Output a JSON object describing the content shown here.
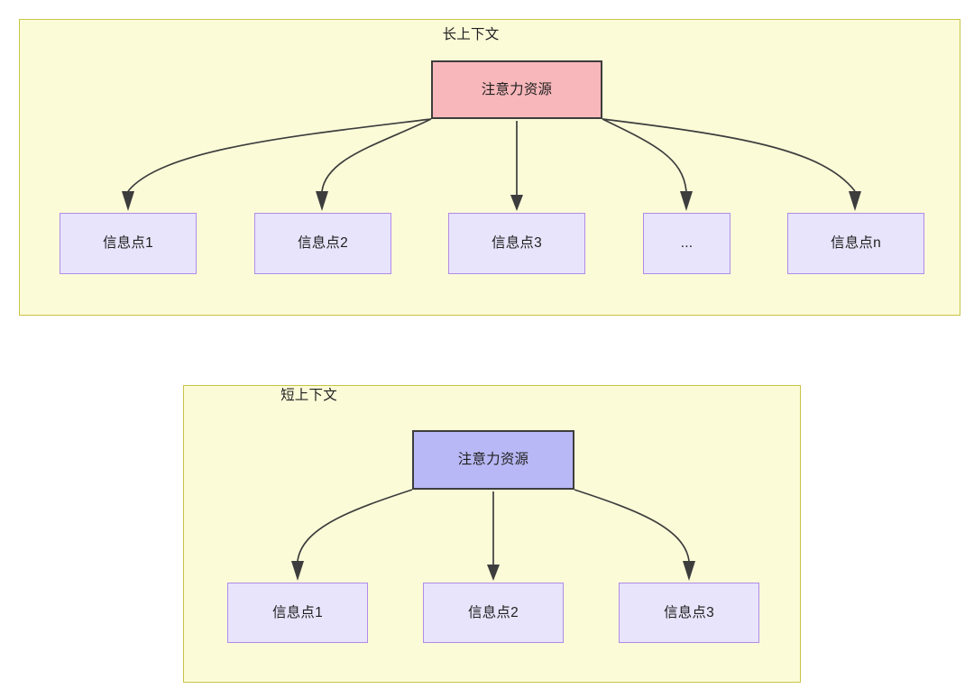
{
  "diagram": {
    "type": "flow-diagram",
    "title_semantic": "attention-resource-allocation-long-vs-short-context",
    "colors": {
      "panel_fill": "#fcfbd8",
      "panel_border": "#c9c447",
      "attention_long_fill": "#f8b7bb",
      "attention_short_fill": "#b9b8f6",
      "node_border_dark": "#3d3d3d",
      "info_fill": "#e7e4fb",
      "info_border": "#b08ce8",
      "edge_stroke": "#3d3d3d",
      "text": "#1f1f1f"
    }
  },
  "sections": {
    "long_context": {
      "title": "长上下文",
      "root": {
        "label": "注意力资源"
      },
      "leaves": [
        {
          "label": "信息点1"
        },
        {
          "label": "信息点2"
        },
        {
          "label": "信息点3"
        },
        {
          "label": "..."
        },
        {
          "label": "信息点n"
        }
      ]
    },
    "short_context": {
      "title": "短上下文",
      "root": {
        "label": "注意力资源"
      },
      "leaves": [
        {
          "label": "信息点1"
        },
        {
          "label": "信息点2"
        },
        {
          "label": "信息点3"
        }
      ]
    }
  }
}
